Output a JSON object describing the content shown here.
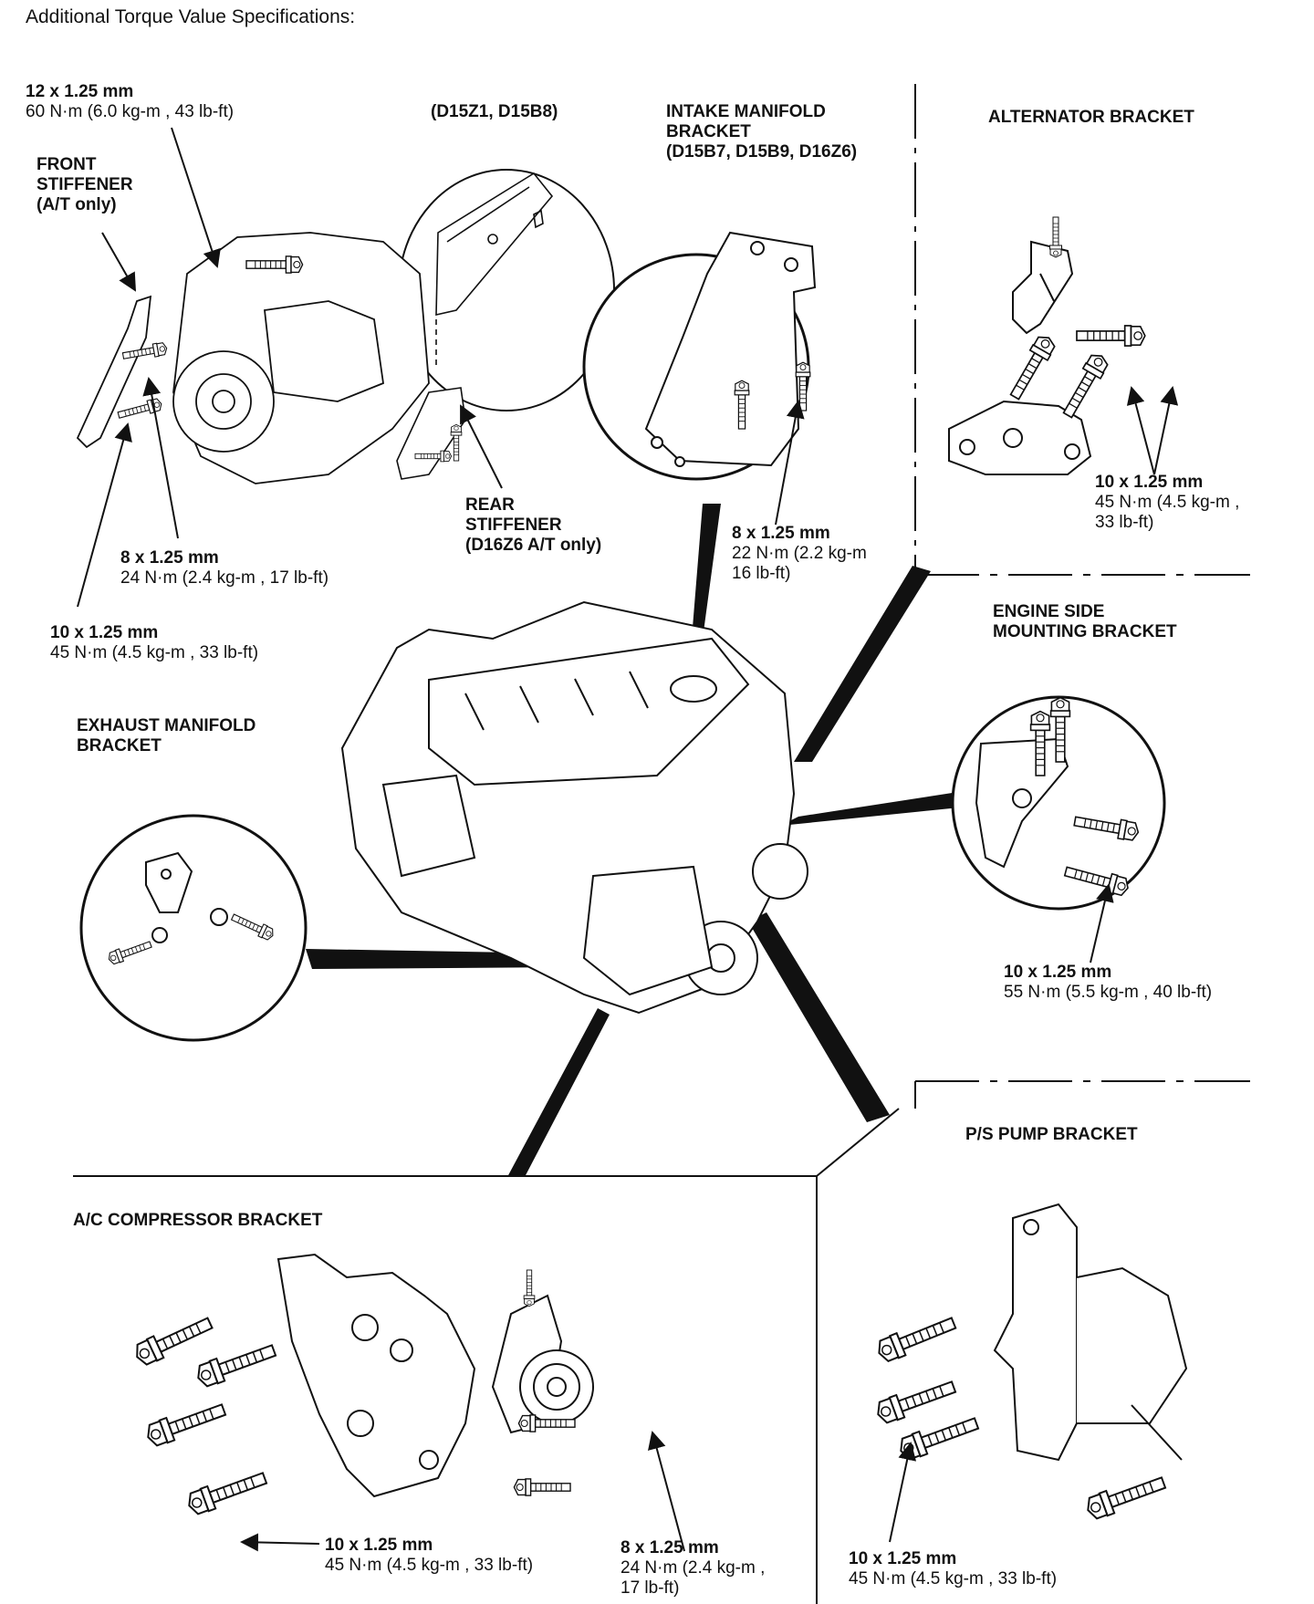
{
  "page": {
    "title": "Additional Torque Value Specifications:"
  },
  "labels": {
    "top_bolt_size": "12 x 1.25 mm",
    "top_bolt_torque": "60 N·m (6.0 kg-m , 43 lb-ft)",
    "front_stiffener": "FRONT\nSTIFFENER\n(A/T only)",
    "d15_models": "(D15Z1, D15B8)",
    "intake_bracket": "INTAKE MANIFOLD\nBRACKET\n(D15B7, D15B9, D16Z6)",
    "alternator_bracket": "ALTERNATOR BRACKET",
    "rear_stiffener": "REAR\nSTIFFENER\n(D16Z6 A/T only)",
    "stiffener_8_size": "8 x 1.25 mm",
    "stiffener_8_torque": "24 N·m (2.4 kg-m , 17 lb-ft)",
    "stiffener_10_size": "10 x 1.25 mm",
    "stiffener_10_torque": "45 N·m (4.5 kg-m , 33 lb-ft)",
    "intake_size": "8 x 1.25 mm",
    "intake_torque": "22 N·m (2.2 kg-m\n16 lb-ft)",
    "alt_size": "10 x 1.25 mm",
    "alt_torque": "45 N·m (4.5 kg-m ,\n33 lb-ft)",
    "engine_side_bracket": "ENGINE SIDE\nMOUNTING BRACKET",
    "exhaust_bracket": "EXHAUST MANIFOLD\nBRACKET",
    "side_size": "10 x 1.25 mm",
    "side_torque": "55 N·m (5.5 kg-m , 40 lb-ft)",
    "ps_bracket": "P/S PUMP BRACKET",
    "ac_bracket": "A/C COMPRESSOR BRACKET",
    "ac_10_size": "10 x 1.25 mm",
    "ac_10_torque": "45 N·m (4.5 kg-m , 33 lb-ft)",
    "ac_8_size": "8 x 1.25 mm",
    "ac_8_torque": "24 N·m (2.4 kg-m ,\n17 lb-ft)",
    "ps_size": "10 x 1.25 mm",
    "ps_torque": "45 N·m (4.5 kg-m , 33 lb-ft)"
  }
}
